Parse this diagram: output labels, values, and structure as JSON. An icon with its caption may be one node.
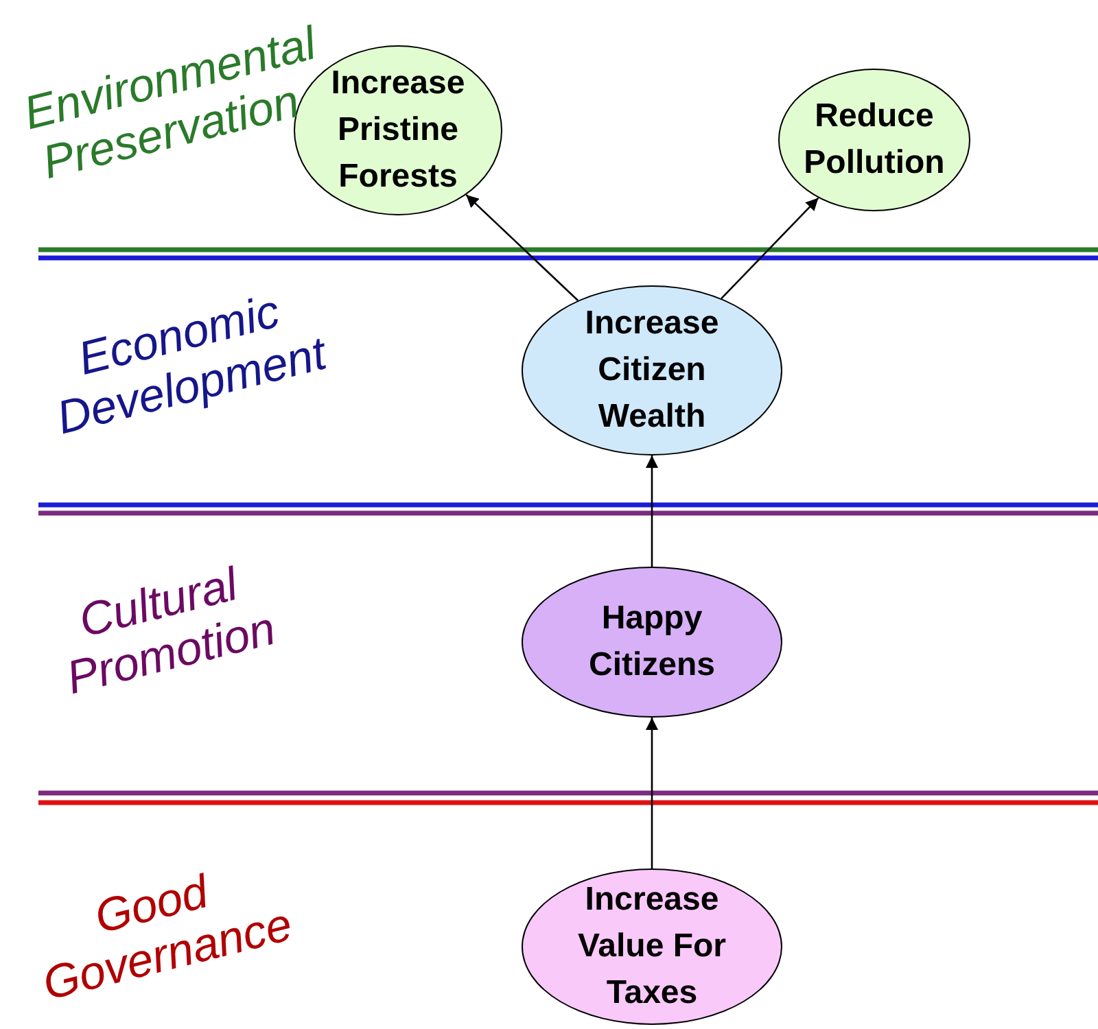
{
  "diagram": {
    "nodes": [
      {
        "text": [
          "Increase Pristine Forests"
        ]
      },
      {
        "text": [
          "Reduce Pollution"
        ]
      },
      {
        "text": [
          "Increase Citizen Wealth"
        ]
      },
      {
        "text": [
          "Happy Citizens"
        ]
      },
      {
        "text": [
          "Increase Value For Taxes"
        ]
      }
    ],
    "edges": [
      {
        "from": 2,
        "to": 0,
        "arrow": "to"
      },
      {
        "from": 2,
        "to": 1,
        "arrow": "to"
      },
      {
        "from": 3,
        "to": 2,
        "arrow": "to"
      },
      {
        "from": 4,
        "to": 3,
        "arrow": "to"
      }
    ],
    "labels": [
      "Environmental Preservation",
      "Economic Development",
      "Cultural Promotion",
      "Good Governance"
    ]
  }
}
